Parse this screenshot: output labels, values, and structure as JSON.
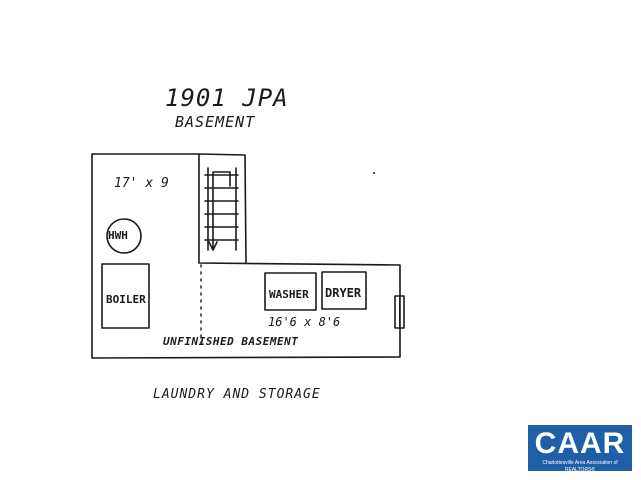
{
  "floorplan": {
    "title": "1901 JPA",
    "subtitle": "BASEMENT",
    "room_left_dimensions": "17' x 9",
    "hot_water_heater_label": "HWH",
    "boiler_label": "BOILER",
    "washer_label": "WASHER",
    "dryer_label": "DRYER",
    "room_right_dimensions": "16'6 x 8'6",
    "unfinished_label": "UNFINISHED BASEMENT",
    "caption": "LAUNDRY AND STORAGE"
  },
  "logo": {
    "text": "CAAR",
    "tagline": "Charlottesville Area Association of REALTORS®",
    "color": "#1f5fa8"
  },
  "colors": {
    "ink": "#1a1a1a",
    "background": "#ffffff"
  }
}
